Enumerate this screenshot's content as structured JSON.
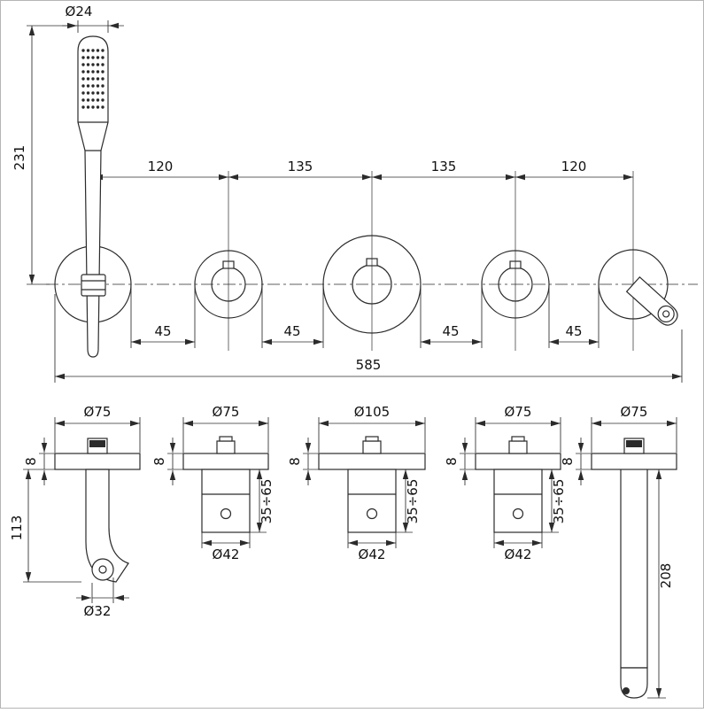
{
  "front_view": {
    "handshower_diameter": "Ø24",
    "height": "231",
    "spacings": [
      "120",
      "135",
      "135",
      "120"
    ],
    "gaps": [
      "45",
      "45",
      "45",
      "45"
    ],
    "total_width": "585"
  },
  "details": [
    {
      "plate_d": "Ø75",
      "thickness": "8",
      "projection": "113",
      "outlet_d": "Ø32"
    },
    {
      "plate_d": "Ø75",
      "thickness": "8",
      "depth": "35÷65",
      "knob_d": "Ø42"
    },
    {
      "plate_d": "Ø105",
      "thickness": "8",
      "depth": "35÷65",
      "knob_d": "Ø42"
    },
    {
      "plate_d": "Ø75",
      "thickness": "8",
      "depth": "35÷65",
      "knob_d": "Ø42"
    },
    {
      "plate_d": "Ø75",
      "thickness": "8",
      "projection": "208"
    }
  ],
  "colors": {
    "line": "#2b2b2b",
    "background": "#ffffff"
  }
}
